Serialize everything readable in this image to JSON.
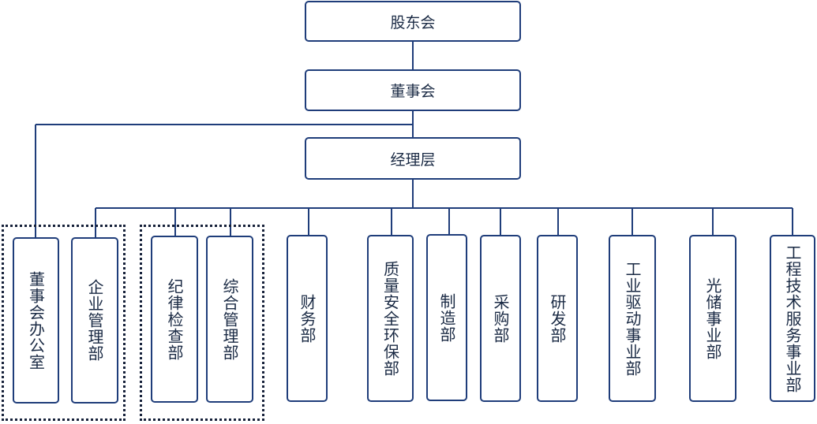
{
  "colors": {
    "line": "#1f3d7a",
    "node_border": "#1f3d7a",
    "group_border": "#16213a"
  },
  "top_chain": {
    "shareholders": "股东会",
    "board": "董事会",
    "management": "经理层"
  },
  "groups": [
    "dotted-group-left",
    "dotted-group-middle"
  ],
  "departments": [
    "董事会办公室",
    "企业管理部",
    "纪律检查部",
    "综合管理部",
    "财务部",
    "质量安全环保部",
    "制造部",
    "采购部",
    "研发部",
    "工业驱动事业部",
    "光储事业部",
    "工程技术服务事业部"
  ]
}
